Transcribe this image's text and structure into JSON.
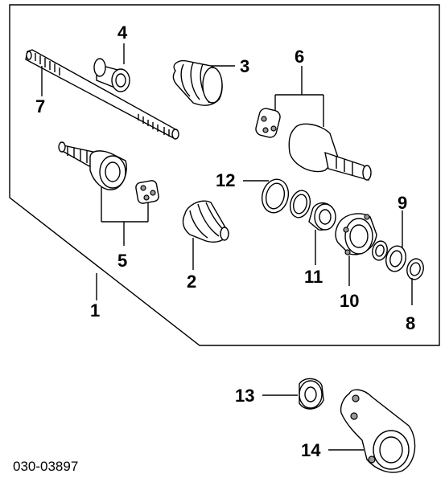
{
  "diagram": {
    "code": "030-03897",
    "callouts": {
      "c1": "1",
      "c2": "2",
      "c3": "3",
      "c4": "4",
      "c5": "5",
      "c6": "6",
      "c7": "7",
      "c8": "8",
      "c9": "9",
      "c10": "10",
      "c11": "11",
      "c12": "12",
      "c13": "13",
      "c14": "14"
    }
  }
}
